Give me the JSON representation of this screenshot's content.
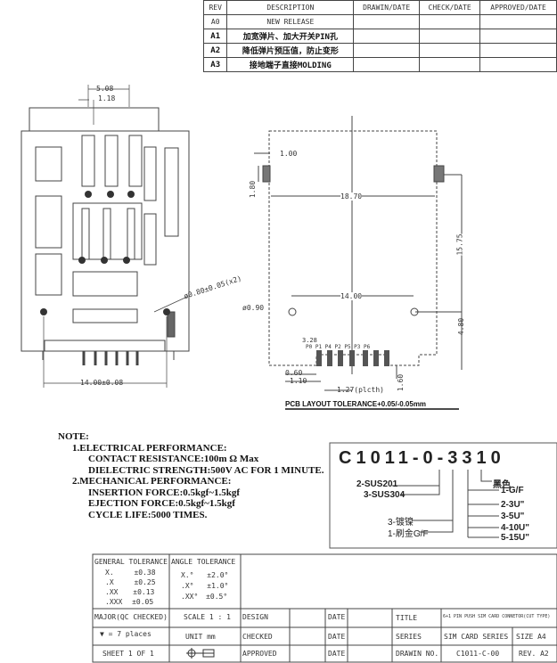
{
  "revision_table": {
    "headers": [
      "REV",
      "DESCRIPTION",
      "DRAWIN/DATE",
      "CHECK/DATE",
      "APPROVED/DATE"
    ],
    "rows": [
      {
        "rev": "A0",
        "description": "NEW RELEASE"
      },
      {
        "rev": "A1",
        "description": "加宽弹片、加大开关PIN孔"
      },
      {
        "rev": "A2",
        "description": "降低弹片预压值，防止变形"
      },
      {
        "rev": "A3",
        "description": "接地端子直接MOLDING"
      }
    ]
  },
  "front_view": {
    "dim_pitch": "5.08",
    "dim_pin": "1.18",
    "dim_hole": "ø0.80±0.05(x2)",
    "dim_width": "14.00±0.08"
  },
  "pcb_layout": {
    "dim_pad_w": "1.00",
    "dim_pad_h": "1.80",
    "dim_span": "18.70",
    "dim_height": "15.75",
    "dim_holes": "14.00",
    "dim_hole_dia": "ø0.90",
    "dim_bottom": "4.80",
    "dim_328": "3.28",
    "pin_labels": "P0 P1 P4 P2   P5 P3 P6",
    "dim_060": "0.60",
    "dim_110": "1.10",
    "dim_pitch": "1.27(plcth)",
    "dim_160": "1.60",
    "tolerance": "PCB LAYOUT TOLERANCE+0.05/-0.05mm"
  },
  "notes": {
    "title": "NOTE:",
    "items": [
      "1.ELECTRICAL PERFORMANCE:",
      "CONTACT RESISTANCE:100m Ω Max",
      "DIELECTRIC STRENGTH:500V AC FOR 1 MINUTE.",
      "2.MECHANICAL PERFORMANCE:",
      "INSERTION FORCE:0.5kgf~1.5kgf",
      "EJECTION FORCE:0.5kgf~1.5kgf",
      "CYCLE LIFE:5000 TIMES."
    ]
  },
  "part_number": {
    "code": "C1011-0-3310",
    "material": [
      "2-SUS201",
      "3-SUS304"
    ],
    "plating": [
      "3-镀镍",
      "1-刷金G/F"
    ],
    "gold": [
      "1-G/F",
      "2-3U\"",
      "3-5U\"",
      "4-10U\"",
      "5-15U\""
    ],
    "color": "黑色"
  },
  "title_block": {
    "general_tolerance": "GENERAL TOLERANCE",
    "gt": [
      [
        "X.",
        "±0.38"
      ],
      [
        ".X",
        "±0.25"
      ],
      [
        ".XX",
        "±0.13"
      ],
      [
        ".XXX",
        "±0.05"
      ]
    ],
    "angle_tolerance": "ANGLE TOLERANCE",
    "at": [
      [
        "X.°",
        "±2.0°"
      ],
      [
        ".X°",
        "±1.0°"
      ],
      [
        ".XX°",
        "±0.5°"
      ]
    ],
    "major": "MAJOR(QC CHECKED)",
    "places": "▼ = 7 places",
    "sheet": "SHEET 1 OF 1",
    "scale": "SCALE 1 : 1",
    "unit": "UNIT mm",
    "design": "DESIGN",
    "checked": "CHECKED",
    "approved": "APPROVED",
    "date": "DATE",
    "title_label": "TITLE",
    "title": "6+1 PIN PUSH SIM CARD CONNETOR(CUT TYPE)",
    "series_label": "SERIES",
    "series": "SIM CARD SERIES",
    "size": "SIZE A4",
    "drawing_no_label": "DRAWIN NO.",
    "drawing_no": "C1011-C-00",
    "rev": "REV. A2"
  }
}
